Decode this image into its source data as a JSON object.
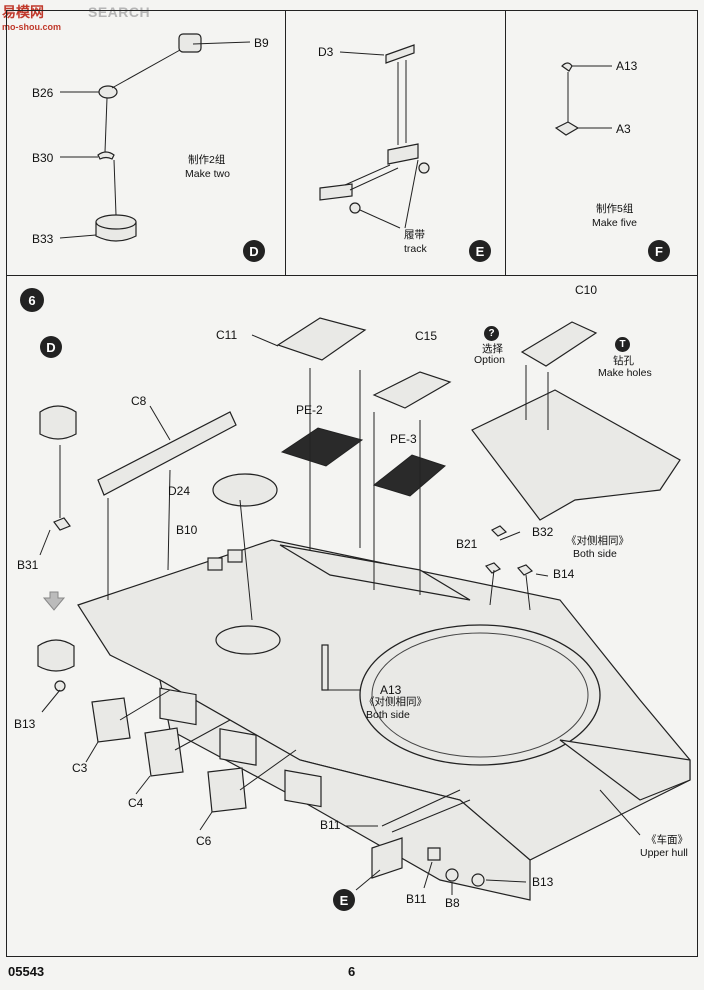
{
  "watermark": {
    "brand": "易模网",
    "domain": "mo-shou.com",
    "search": "SEARCH"
  },
  "panel_d": {
    "badge": "D",
    "labels": [
      "B9",
      "B26",
      "B30",
      "B33"
    ],
    "caption_cn": "制作2组",
    "caption_en": "Make two"
  },
  "panel_e": {
    "badge": "E",
    "labels": [
      "D3"
    ],
    "caption_cn": "履带",
    "caption_en": "track"
  },
  "panel_f": {
    "badge": "F",
    "labels": [
      "A13",
      "A3"
    ],
    "caption_cn": "制作5组",
    "caption_en": "Make five"
  },
  "step": {
    "number": "6",
    "sub_d": "D",
    "sub_e": "E",
    "labels": {
      "c10": "C10",
      "c11": "C11",
      "c15": "C15",
      "c8": "C8",
      "d24": "D24",
      "pe2": "PE-2",
      "pe3": "PE-3",
      "b10": "B10",
      "b21": "B21",
      "b32": "B32",
      "b14": "B14",
      "b31": "B31",
      "b13a": "B13",
      "a13": "A13",
      "c3": "C3",
      "c4": "C4",
      "c6": "C6",
      "b11a": "B11",
      "b11b": "B11",
      "b8": "B8",
      "b13b": "B13"
    },
    "option_cn": "选择",
    "option_en": "Option",
    "option_sym": "?",
    "holes_cn": "钻孔",
    "holes_en": "Make holes",
    "holes_sym": "T",
    "both_side_cn": "《对侧相同》",
    "both_side_en": "Both side",
    "both_side2_cn": "《对侧相同》",
    "both_side2_en": "Both side",
    "upper_hull_cn": "《车面》",
    "upper_hull_en": "Upper hull"
  },
  "footer": {
    "code": "05543",
    "page": "6"
  }
}
